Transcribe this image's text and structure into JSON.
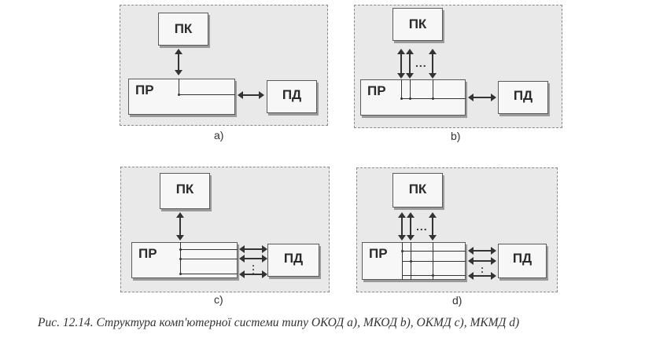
{
  "labels": {
    "pk": "ПК",
    "pr": "ПР",
    "pd": "ПД",
    "dots": "...",
    "vdots": "⋮"
  },
  "panels": {
    "a": {
      "sublabel": "a)"
    },
    "b": {
      "sublabel": "b)"
    },
    "c": {
      "sublabel": "c)"
    },
    "d": {
      "sublabel": "d)"
    }
  },
  "caption": "Рис. 12.14. Структура комп'ютерної системи типу ОКОД а), МКОД b), ОКМД с), МКМД d)"
}
